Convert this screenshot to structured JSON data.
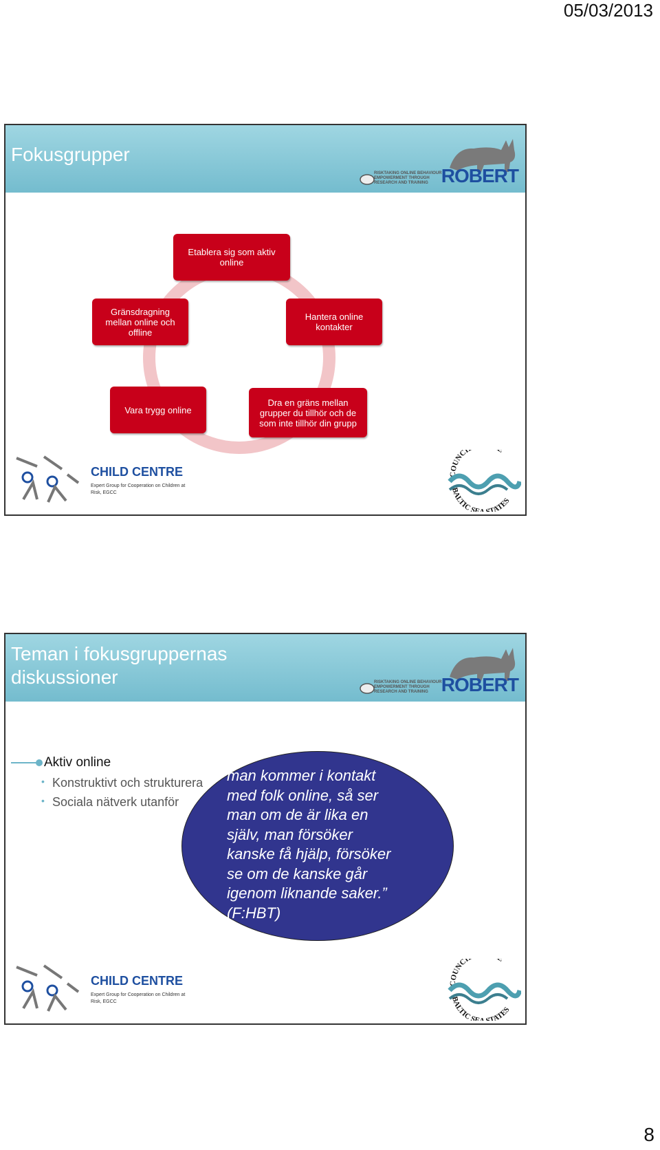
{
  "header": {
    "date": "05/03/2013"
  },
  "footer": {
    "page_number": "8"
  },
  "logos": {
    "robert_text": "ROBERT",
    "robert_tagline": "RISKTAKING ONLINE BEHAVIOUR EMPOWERMENT THROUGH RESEARCH AND TRAINING",
    "child_centre_title": "CHILD CENTRE",
    "child_centre_subtitle": "Expert Group for Cooperation on Children at Risk, EGCC",
    "cbss_text_top": "COUNCIL OF THE",
    "cbss_text_bottom": "BALTIC SEA STATES"
  },
  "slide1": {
    "title": "Fokusgrupper",
    "cycle": [
      "Etablera sig som aktiv online",
      "Hantera online kontakter",
      "Dra en gräns mellan grupper du tillhör och de som inte tillhör din grupp",
      "Vara trygg online",
      "Gränsdragning mellan online och offline"
    ]
  },
  "slide2": {
    "title_line1": "Teman i fokusgruppernas",
    "title_line2": "diskussioner",
    "bullet": "Aktiv online",
    "sub_bullets": [
      "Konstruktivt och strukturera",
      "Sociala nätverk utanför"
    ],
    "quote_lines": [
      "man kommer i kontakt",
      "med folk online, så ser",
      "man om de är lika en",
      "själv, man försöker",
      "kanske få hjälp, försöker",
      "se om de kanske går",
      "igenom liknande saker.”",
      "(F:HBT)"
    ]
  },
  "colors": {
    "header": "#8ccbd9",
    "box_red": "#c8001a",
    "oval_blue": "#31358e",
    "robert_blue": "#1e4fa0"
  },
  "icons": [
    "cat-silhouette-icon",
    "mouse-icon",
    "child-figures-icon",
    "cbss-waves-icon"
  ]
}
